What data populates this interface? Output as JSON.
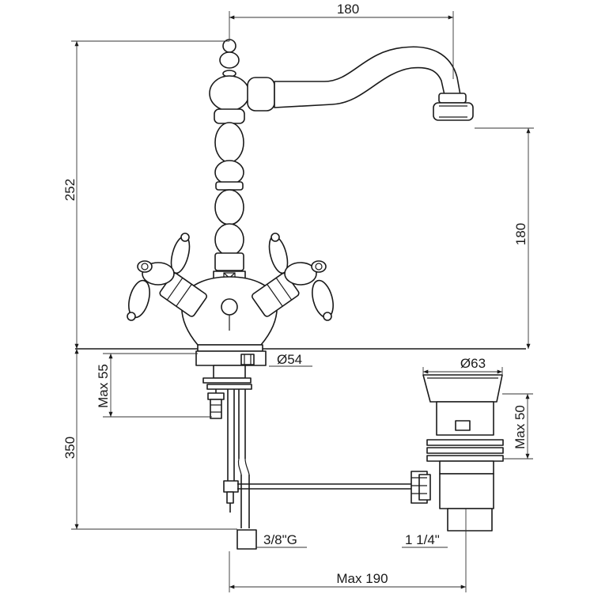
{
  "dimensions": {
    "spout_reach_top": "180",
    "total_height": "252",
    "spout_height": "180",
    "base_diameter": "Ø54",
    "max_55": "Max 55",
    "length_350": "350",
    "waste_diameter": "Ø63",
    "max_50": "Max 50",
    "thread_3_8": "3/8\"G",
    "waste_1_1_4": "1 1/4\"",
    "max_190": "Max 190"
  },
  "colors": {
    "line": "#1a1a1a",
    "background": "#ffffff"
  }
}
